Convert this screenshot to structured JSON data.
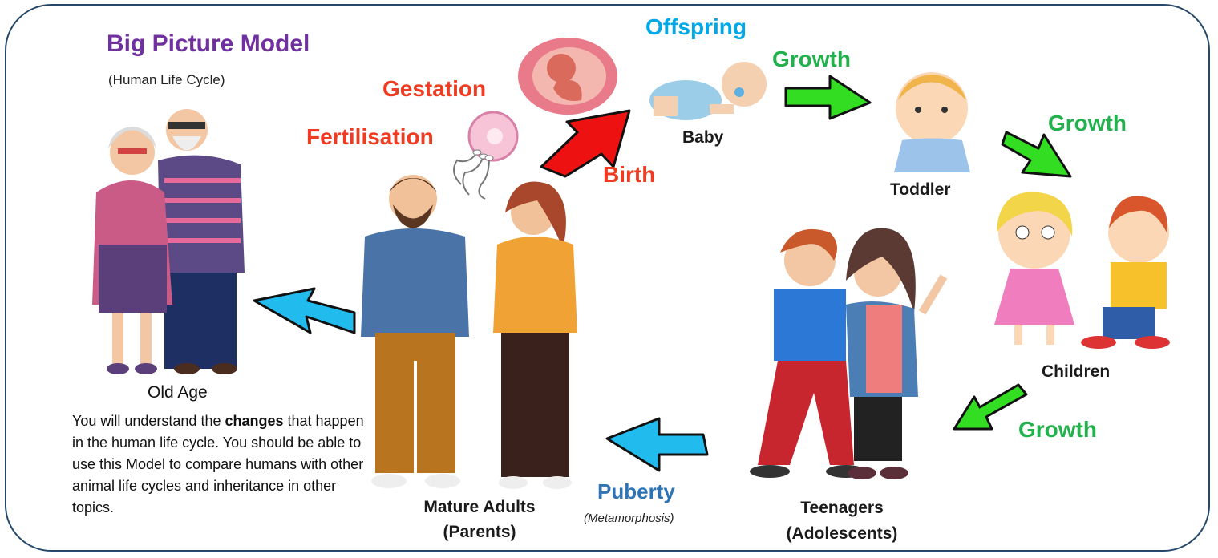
{
  "title": "Big Picture Model",
  "subtitle": "(Human Life Cycle)",
  "stages": {
    "offspring": "Offspring",
    "baby": "Baby",
    "toddler": "Toddler",
    "children": "Children",
    "teenagers_line1": "Teenagers",
    "teenagers_line2": "(Adolescents)",
    "adults_line1": "Mature Adults",
    "adults_line2": "(Parents)",
    "old_age": "Old Age"
  },
  "transitions": {
    "gestation": "Gestation",
    "fertilisation": "Fertilisation",
    "birth": "Birth",
    "growth_1": "Growth",
    "growth_2": "Growth",
    "growth_3": "Growth",
    "puberty": "Puberty",
    "metamorphosis": "(Metamorphosis)"
  },
  "description": {
    "part1": "You will understand the ",
    "bold": "changes",
    "part2": " that happen in the human life cycle. You should be able to use this Model to compare humans with other animal life cycles and inheritance in other topics."
  },
  "colors": {
    "frame": "#24476b",
    "title": "#7030a0",
    "growth": "#22b14c",
    "transition_red": "#ee3b22",
    "offspring_blue": "#00a8e8",
    "puberty_blue": "#2e74b5",
    "arrow_green": "#33dd22",
    "arrow_red": "#ee1111",
    "arrow_cyan": "#22bbee"
  }
}
